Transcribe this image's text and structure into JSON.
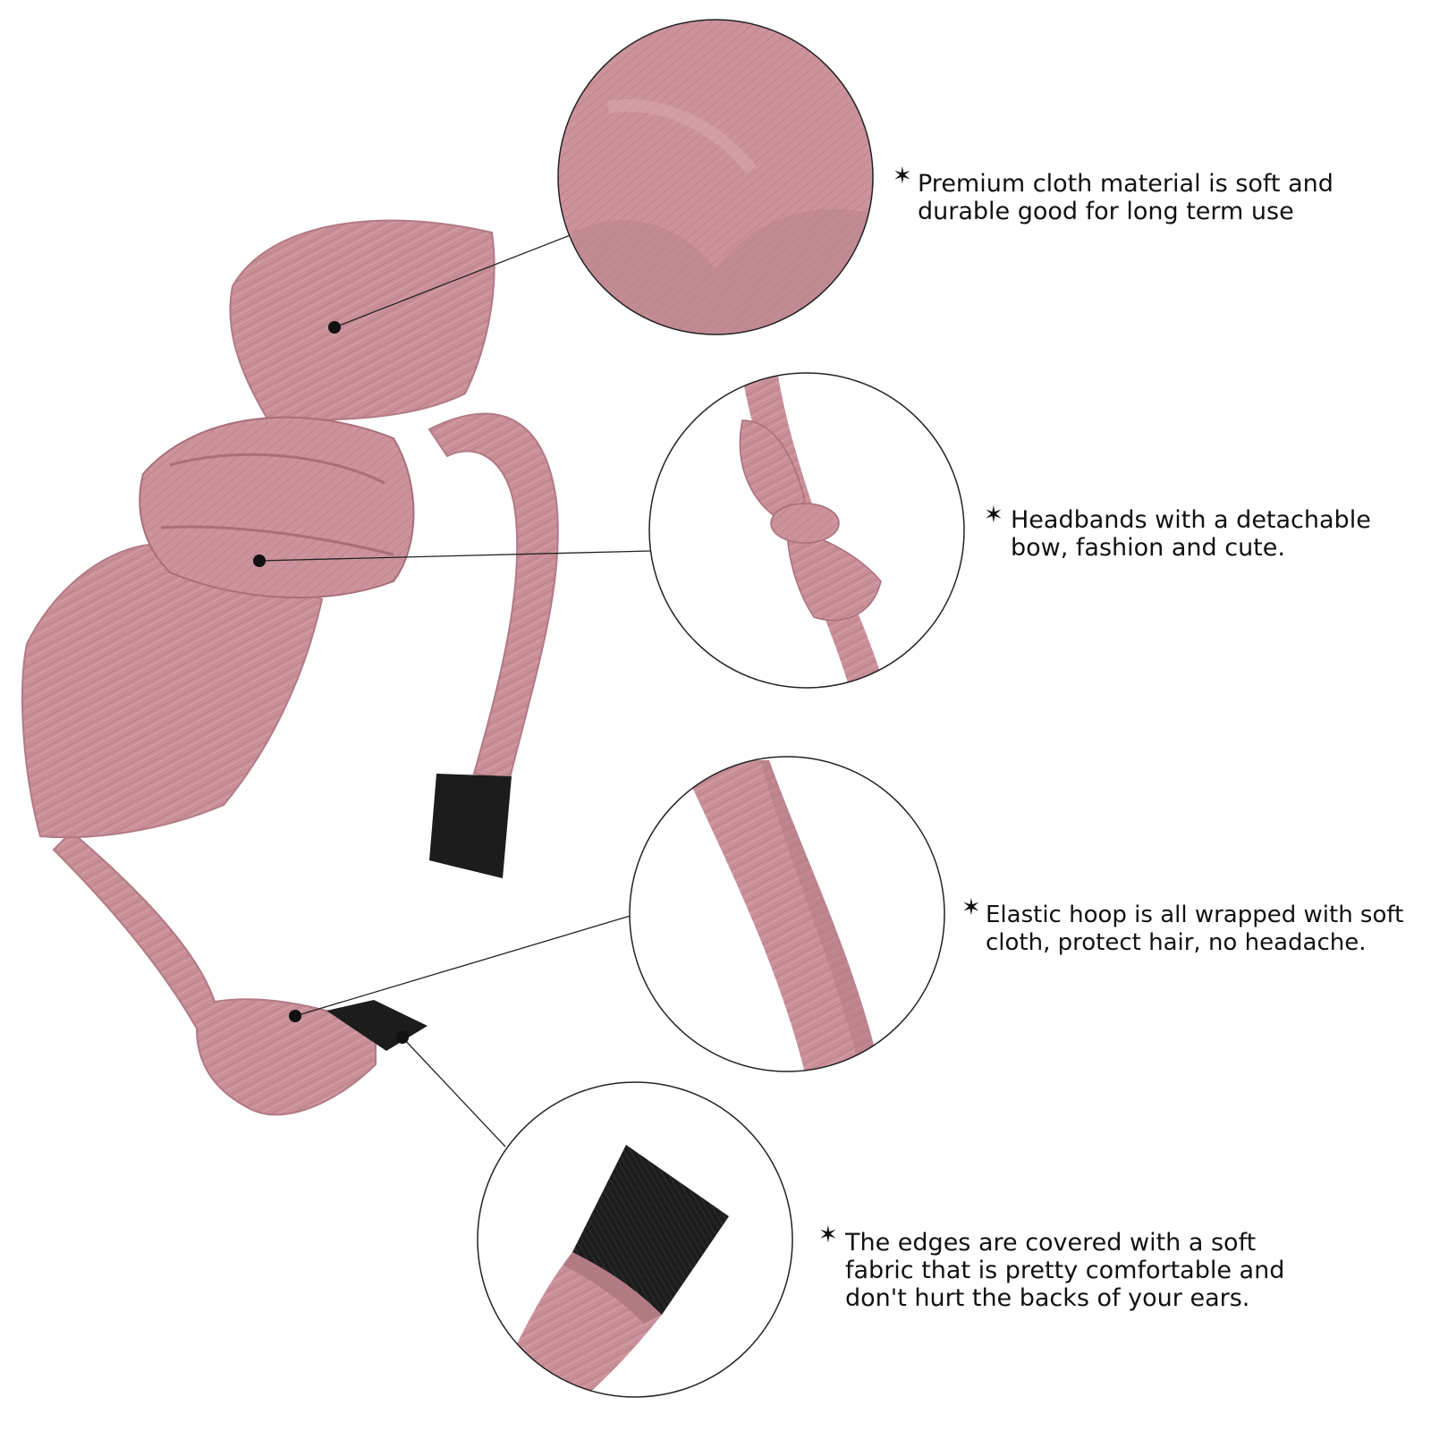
{
  "colors": {
    "fabric": "#c98f98",
    "fabric_light": "#d9a5ad",
    "fabric_dark": "#a86f79",
    "tip": "#1c1c1c",
    "text": "#111111",
    "background": "#ffffff"
  },
  "icons": {
    "bullet": "star-icon"
  },
  "features": [
    {
      "star": "✶",
      "lines": [
        "Premium cloth material is soft and",
        "durable good for long term use"
      ]
    },
    {
      "star": "✶",
      "lines": [
        "Headbands with a detachable",
        "bow, fashion and cute."
      ]
    },
    {
      "star": "✶",
      "lines": [
        "Elastic hoop is all wrapped with soft",
        "cloth, protect hair, no headache."
      ]
    },
    {
      "star": "✶",
      "lines": [
        "The edges are covered with a soft",
        "fabric that is pretty comfortable and",
        "don't hurt the backs of your ears."
      ]
    }
  ]
}
